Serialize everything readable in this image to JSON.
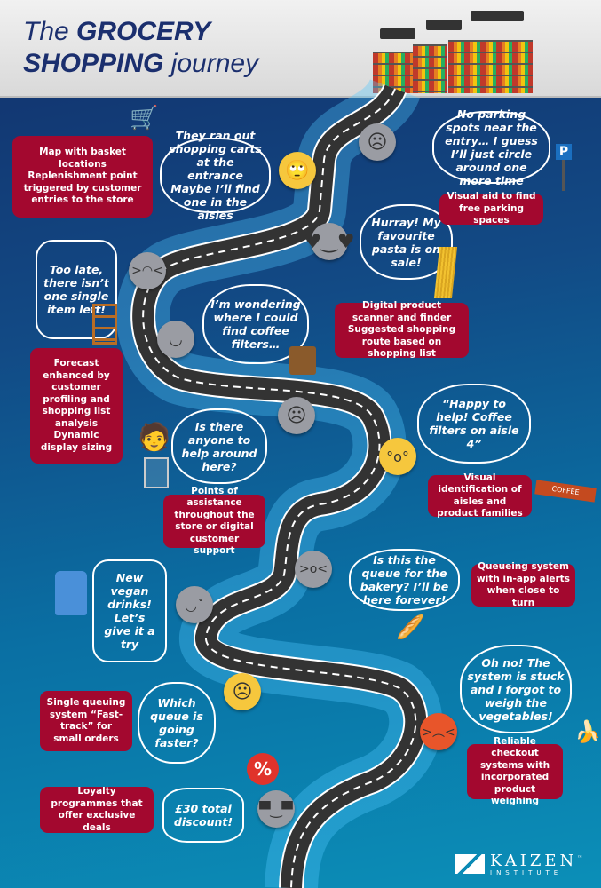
{
  "header": {
    "title_line1_a": "The ",
    "title_line1_b": "GROCERY",
    "title_line2_a": "SHOPPING",
    "title_line2_b": " journey"
  },
  "bubbles": [
    "They ran out shopping carts at the entrance Maybe I’ll find one in the aisles",
    "No parking spots near the entry… I guess I’ll just circle around one more time",
    "Hurray! My favourite pasta is on sale!",
    "Too late, there isn’t one single item left!",
    "I’m wondering where I could find coffee filters…",
    "Is there anyone to help around here?",
    "“Happy to help! Coffee filters on aisle 4”",
    "Is this the queue for the bakery? I’ll be here forever!",
    "New vegan drinks! Let’s give it a try",
    "Which queue is going faster?",
    "Oh no! The system is stuck and I forgot to weigh the vegetables!",
    "£30 total discount!"
  ],
  "solutions": [
    "Map with basket locations Replenishment point triggered by customer entries to the store",
    "Visual aid to find free parking spaces",
    "Digital product scanner and finder Suggested shopping route based on shopping list",
    "Forecast enhanced by customer profiling and shopping list analysis Dynamic display sizing",
    "Points of assistance throughout the store or digital customer support",
    "Visual identification of aisles and product families",
    "Queueing system with in-app alerts when close to turn",
    "Single queuing system “Fast-track” for small orders",
    "Reliable checkout systems with incorporated product weighing",
    "Loyalty programmes that offer exclusive deals"
  ],
  "labels": {
    "coffee_banner": "COFFEE",
    "parking_sign": "P",
    "percent": "%"
  },
  "logo": {
    "name": "KAIZEN",
    "sub": "INSTITUTE",
    "tm": "™"
  },
  "colors": {
    "navy": "#1b2f6e",
    "solution_red": "#a3082f",
    "road": "#333333"
  }
}
